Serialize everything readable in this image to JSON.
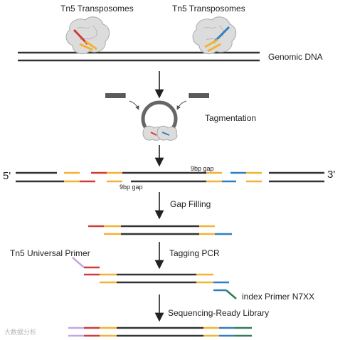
{
  "labels": {
    "tn5_left": "Tn5 Transposomes",
    "tn5_right": "Tn5 Transposomes",
    "genomic_dna": "Genomic DNA",
    "tagmentation": "Tagmentation",
    "five_prime": "5'",
    "three_prime": "3'",
    "gap_top": "9bp gap",
    "gap_bottom": "9bp gap",
    "gap_filling": "Gap Filling",
    "universal_primer": "Tn5 Universal Primer",
    "tagging_pcr": "Tagging PCR",
    "index_primer": "index Primer N7XX",
    "seq_ready": "Sequencing-Ready Library",
    "watermark": "大数据分析"
  },
  "colors": {
    "dna": "#333333",
    "adapter_yellow": "#f2b233",
    "adapter_red": "#d23a3a",
    "adapter_blue": "#2f7fc0",
    "primer_lilac": "#c7a6e0",
    "index_green": "#2e7d57",
    "protein": "#dcdcdc"
  }
}
